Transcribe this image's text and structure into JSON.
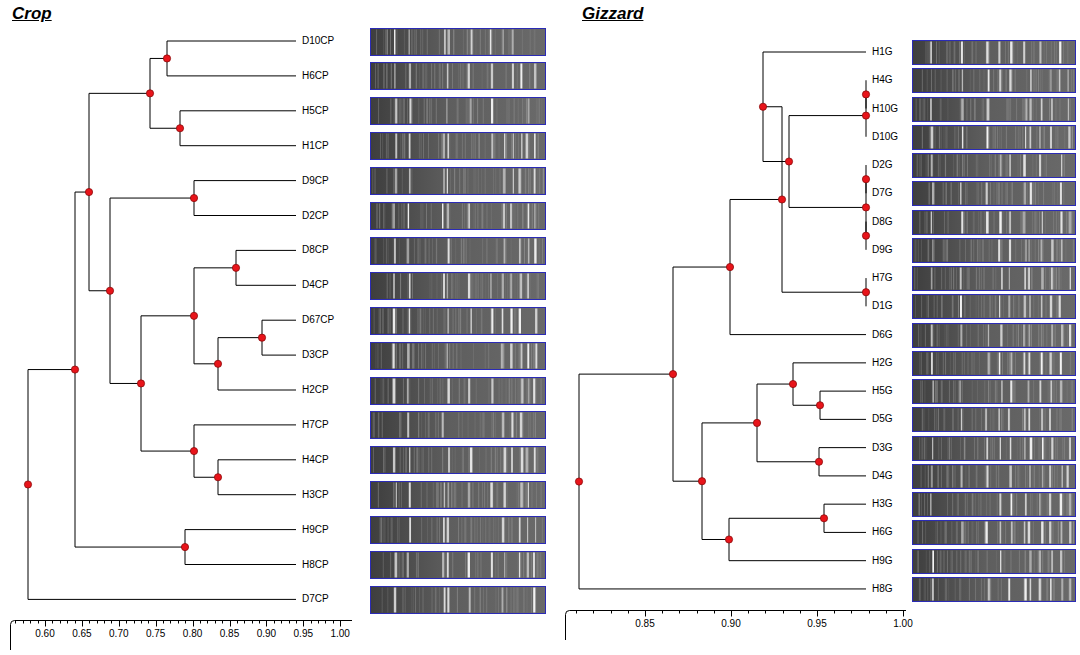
{
  "diagram": {
    "labels": [
      "Crop",
      "D10CP",
      "H6CP",
      "H5CP",
      "H1CP",
      "D9CP",
      "D2CP",
      "D8CP",
      "D4CP",
      "D67CP",
      "D3CP",
      "H2CP",
      "H7CP",
      "H4CP",
      "H3CP",
      "H9CP",
      "H8CP",
      "D7CP",
      "0.60",
      "0.65",
      "0.70",
      "0.75",
      "0.80",
      "0.85",
      "0.90",
      "0.95",
      "1.00",
      "Gizzard",
      "H1G",
      "H4G",
      "H10G",
      "D10G",
      "D2G",
      "D7G",
      "D8G",
      "D9G",
      "H7G",
      "D1G",
      "D6G",
      "H2G",
      "H5G",
      "D5G",
      "D3G",
      "D4G",
      "H3G",
      "H6G",
      "H9G",
      "H8G",
      "0.85",
      "0.90",
      "0.95",
      "1.00"
    ]
  }
}
